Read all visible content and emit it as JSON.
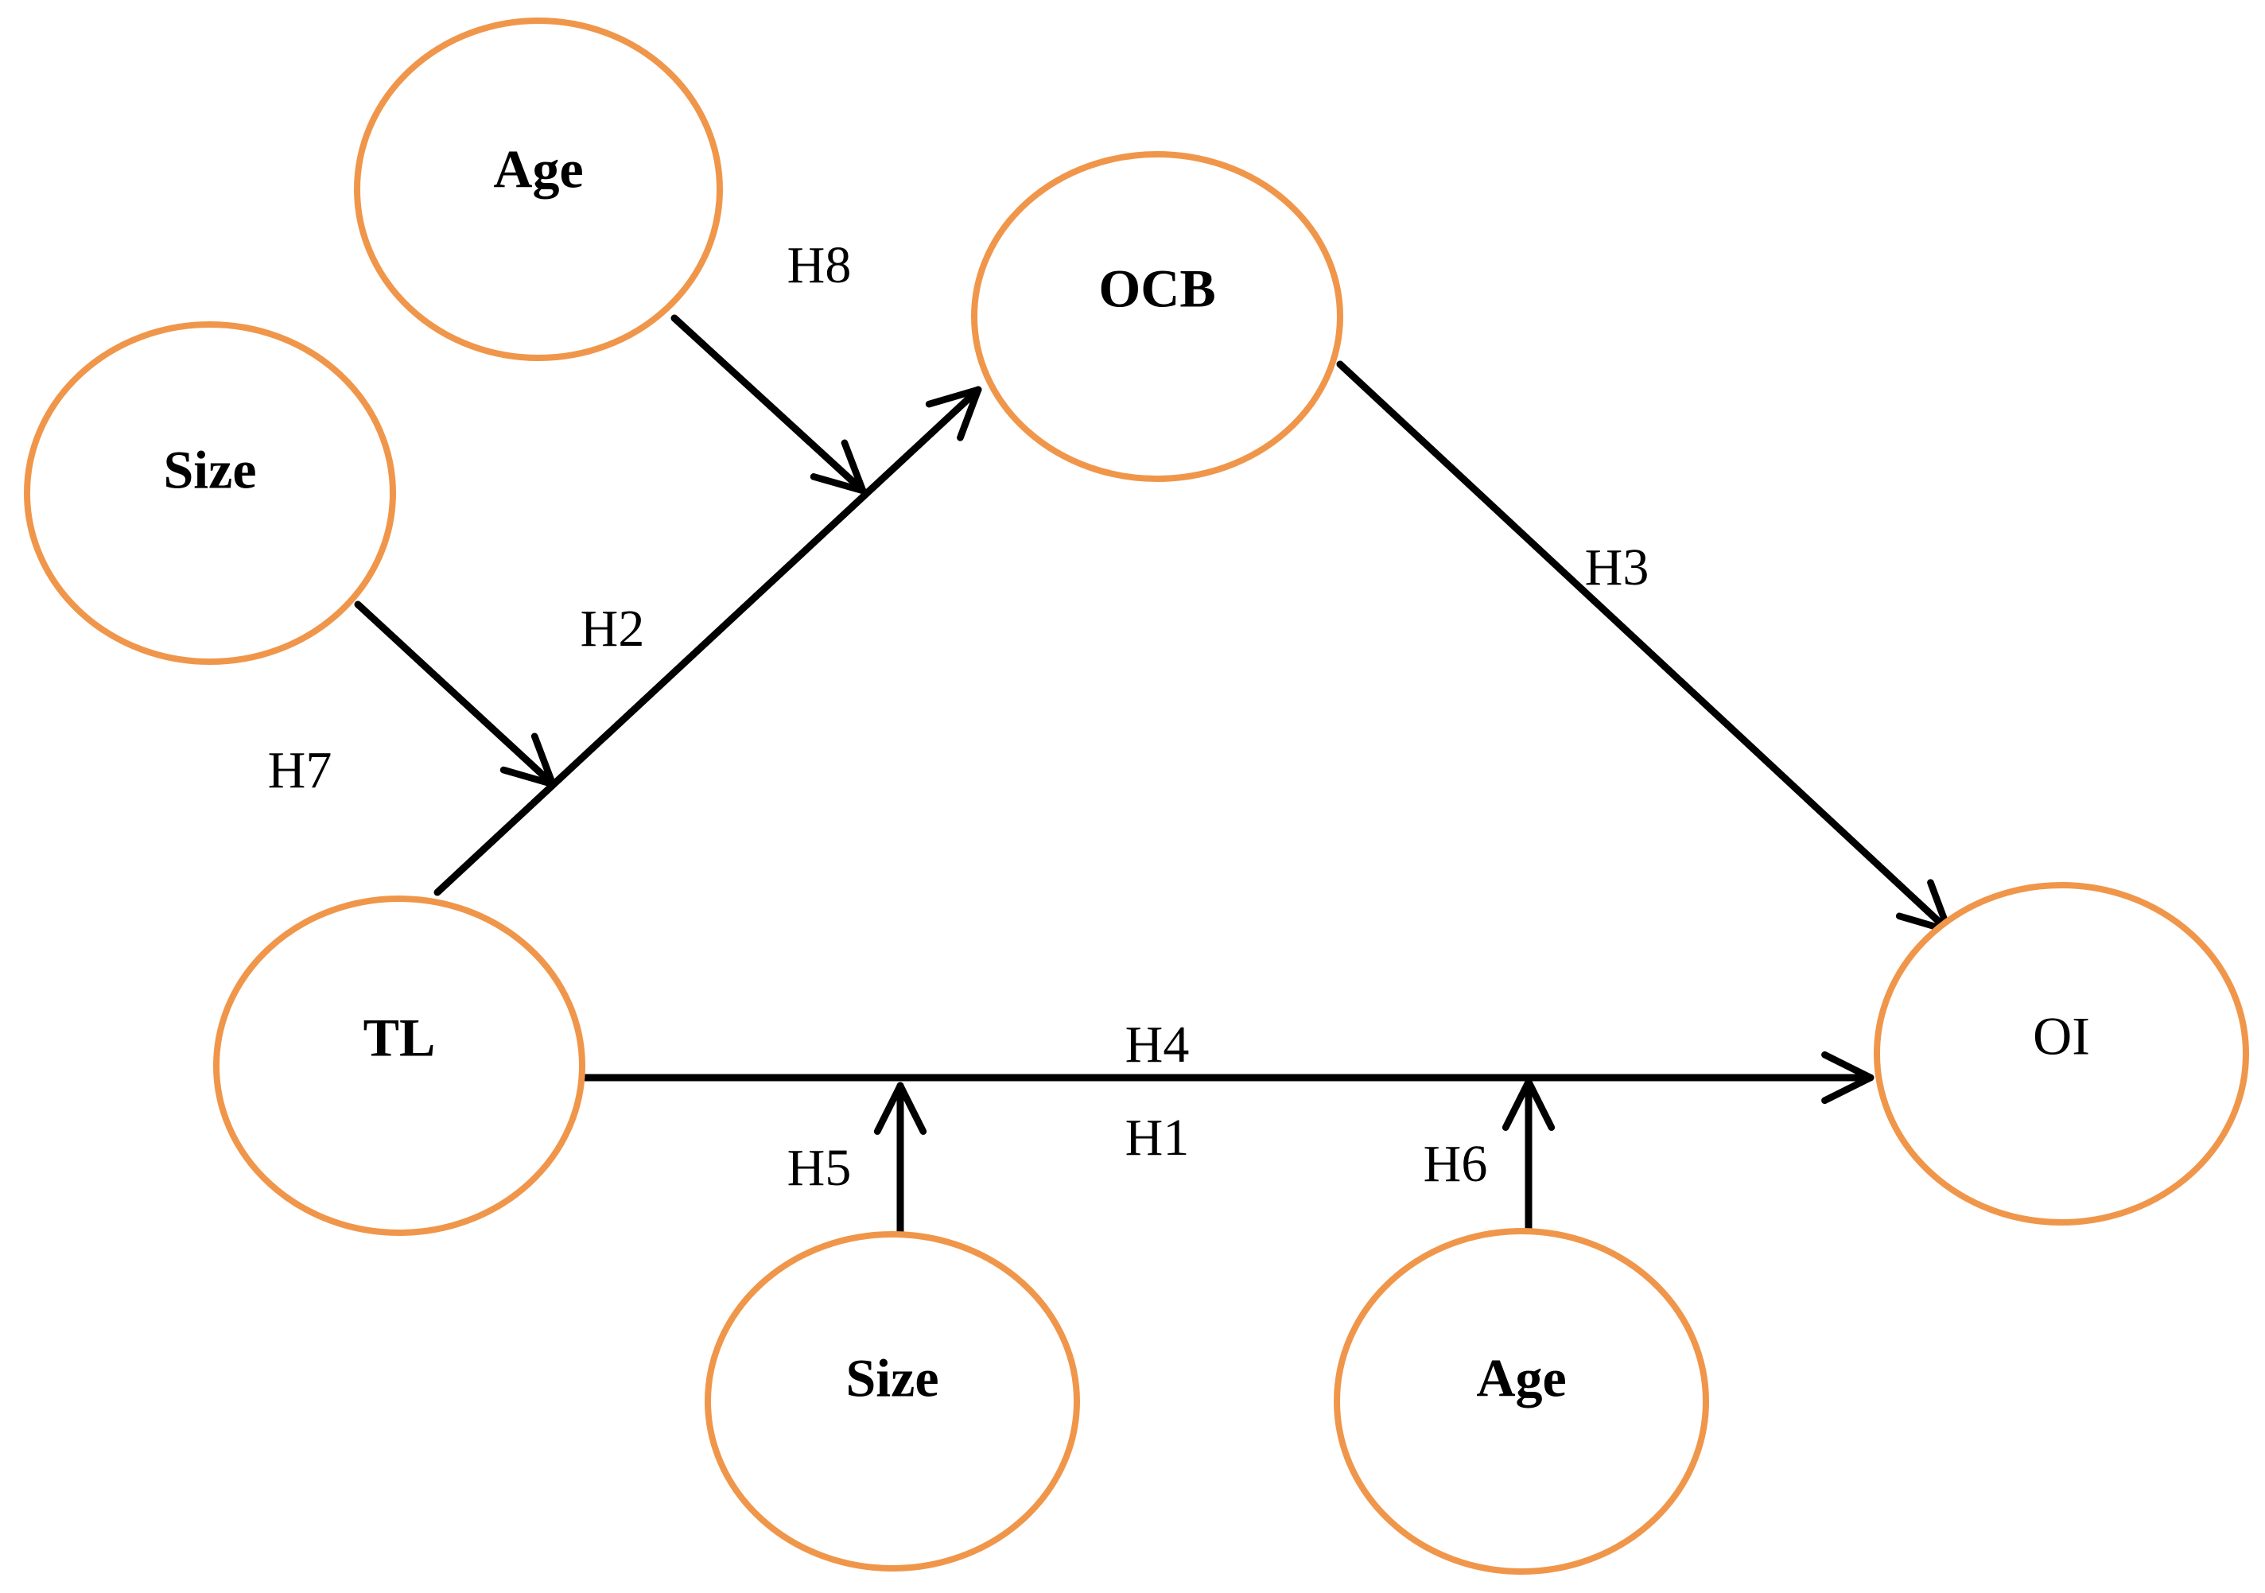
{
  "colors": {
    "node_stroke": "#F0964A",
    "edge": "#000000"
  },
  "nodes": {
    "age_top": "Age",
    "size_left": "Size",
    "ocb": "OCB",
    "tl": "TL",
    "oi": "OI",
    "size_bottom": "Size",
    "age_bottom": "Age"
  },
  "edges": {
    "h1": "H1",
    "h2": "H2",
    "h3": "H3",
    "h4": "H4",
    "h5": "H5",
    "h6": "H6",
    "h7": "H7",
    "h8": "H8"
  }
}
